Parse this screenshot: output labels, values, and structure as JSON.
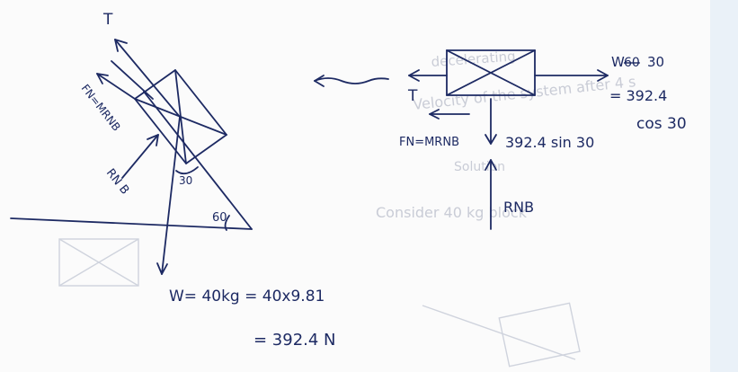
{
  "left_diagram": {
    "tension": "T",
    "friction": "FN=MRNB",
    "normal": "RN B",
    "angle_30": "30",
    "angle_60": "60"
  },
  "right_diagram": {
    "weight_label": "W",
    "weight_crossed": "60",
    "weight_value_a": "30",
    "weight_value_b": "= 392.4",
    "cos_text": "cos 30",
    "tension": "T",
    "friction": "FN=MRNB",
    "sin_text": "392.4 sin 30",
    "normal": "RNB"
  },
  "calculation": {
    "line1": "W= 40kg = 40x9.81",
    "line2": "= 392.4 N"
  },
  "background_text": {
    "line1": "Velocity of the system after 4 s",
    "line2": "Solution",
    "line3": "Consider 40 kg block",
    "line4": "decelerating"
  },
  "colors": {
    "ink": "#1d2a63",
    "ghost": "#c9ccd6",
    "paper": "#fbfbfb"
  }
}
